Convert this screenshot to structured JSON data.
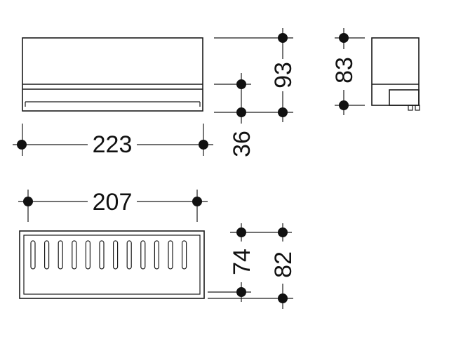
{
  "dimensions": {
    "front_width": "223",
    "front_height_total": "93",
    "front_height_lower": "36",
    "side_height": "83",
    "top_width": "207",
    "top_depth_inner": "74",
    "top_depth_outer": "82"
  },
  "colors": {
    "line": "#1a1a1a",
    "dot": "#111111",
    "background": "#ffffff"
  }
}
